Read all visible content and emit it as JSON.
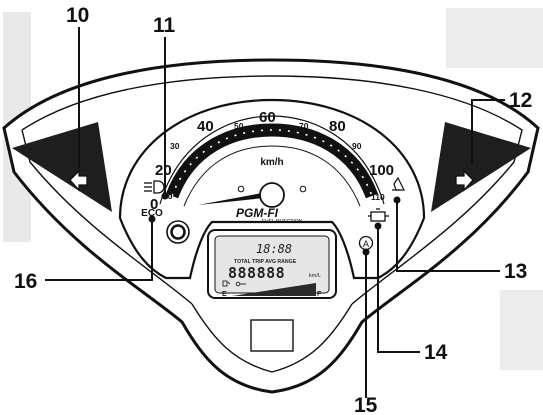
{
  "callouts": {
    "n10": "10",
    "n11": "11",
    "n12": "12",
    "n13": "13",
    "n14": "14",
    "n15": "15",
    "n16": "16"
  },
  "speedometer": {
    "major": [
      "0",
      "20",
      "40",
      "60",
      "80",
      "100"
    ],
    "minor": [
      "10",
      "30",
      "50",
      "70",
      "90",
      "110"
    ],
    "unit": "km/h"
  },
  "labels": {
    "eco": "ECO",
    "pgm_fi": "PGM-FI",
    "fuel_injection": "FUEL INJECTION",
    "clock": "18:88",
    "trip_caption": "TOTAL TRIP AVG RANGE",
    "odometer": "888888",
    "odo_unit": "km/L",
    "fuel_empty": "E",
    "fuel_full": "F",
    "auto_stop": "A"
  },
  "colors": {
    "ink": "#111111",
    "panel_fill": "#ffffff",
    "lcd_fill": "#e6e6e6"
  }
}
